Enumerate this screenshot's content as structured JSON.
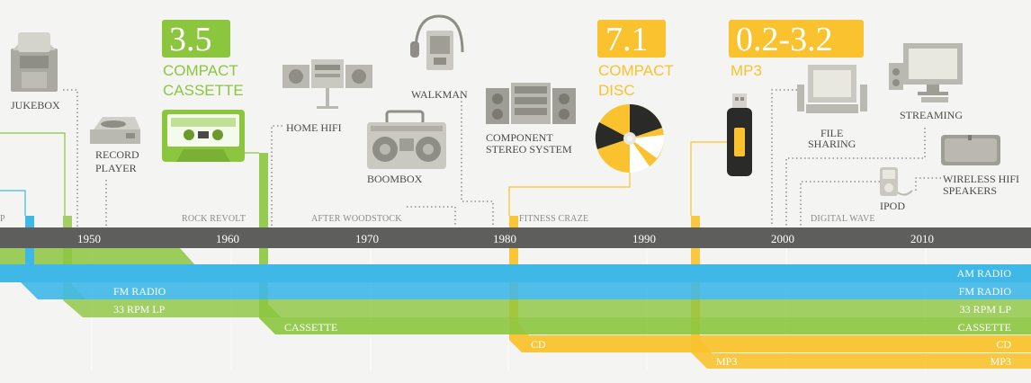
{
  "colors": {
    "am_blue": "#3fb8e8",
    "green": "#8cc63f",
    "yellow": "#f9c22e",
    "timeline": "#5e5e5c",
    "device": "#b9b9b1"
  },
  "timeline": {
    "years": [
      "1950",
      "1960",
      "1970",
      "1980",
      "1990",
      "2000",
      "2010"
    ]
  },
  "eras": {
    "rock_revolt": "ROCK REVOLT",
    "after_woodstock": "AFTER WOODSTOCK",
    "fitness_craze": "FITNESS CRAZE",
    "digital_wave": "DIGITAL WAVE"
  },
  "devices": {
    "jukebox": "JUKEBOX",
    "record_player_1": "RECORD",
    "record_player_2": "PLAYER",
    "home_hifi": "HOME HIFI",
    "boombox": "BOOMBOX",
    "walkman": "WALKMAN",
    "component_1": "COMPONENT",
    "component_2": "STEREO SYSTEM",
    "file_sharing_1": "FILE",
    "file_sharing_2": "SHARING",
    "streaming": "STREAMING",
    "ipod": "IPOD",
    "wireless_1": "WIRELESS HIFI",
    "wireless_2": "SPEAKERS"
  },
  "callouts": {
    "cassette": {
      "value": "3.5",
      "line1": "COMPACT",
      "line2": "CASSETTE"
    },
    "cd": {
      "value": "7.1",
      "line1": "COMPACT",
      "line2": "DISC"
    },
    "mp3": {
      "value": "0.2-3.2",
      "line1": "MP3"
    }
  },
  "bands": {
    "start": {
      "fm": "FM RADIO",
      "lp": "33 RPM LP",
      "cassette": "CASSETTE",
      "cd": "CD",
      "mp3": "MP3"
    },
    "end": {
      "am": "AM RADIO",
      "fm": "FM RADIO",
      "lp": "33 RPM LP",
      "cassette": "CASSETTE",
      "cd": "CD",
      "mp3": "MP3"
    }
  }
}
